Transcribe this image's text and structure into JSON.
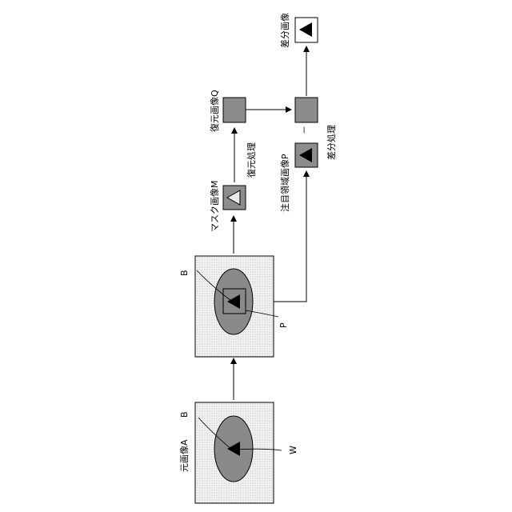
{
  "colors": {
    "ellipse": "#8a8a8a",
    "box": "#8c8c8c",
    "dots": "#9a9a9a",
    "line": "#000000"
  },
  "labels": {
    "original_image": "元画像A",
    "b_first": "B",
    "w": "W",
    "b_second": "B",
    "p_small": "P",
    "mask_image": "マスク画像M",
    "restore_process": "復元処理",
    "restored_image": "復元画像Q",
    "attention_image": "注目領域画像P",
    "minus": "－",
    "diff_process": "差分処理",
    "diff_image": "差分画像"
  }
}
